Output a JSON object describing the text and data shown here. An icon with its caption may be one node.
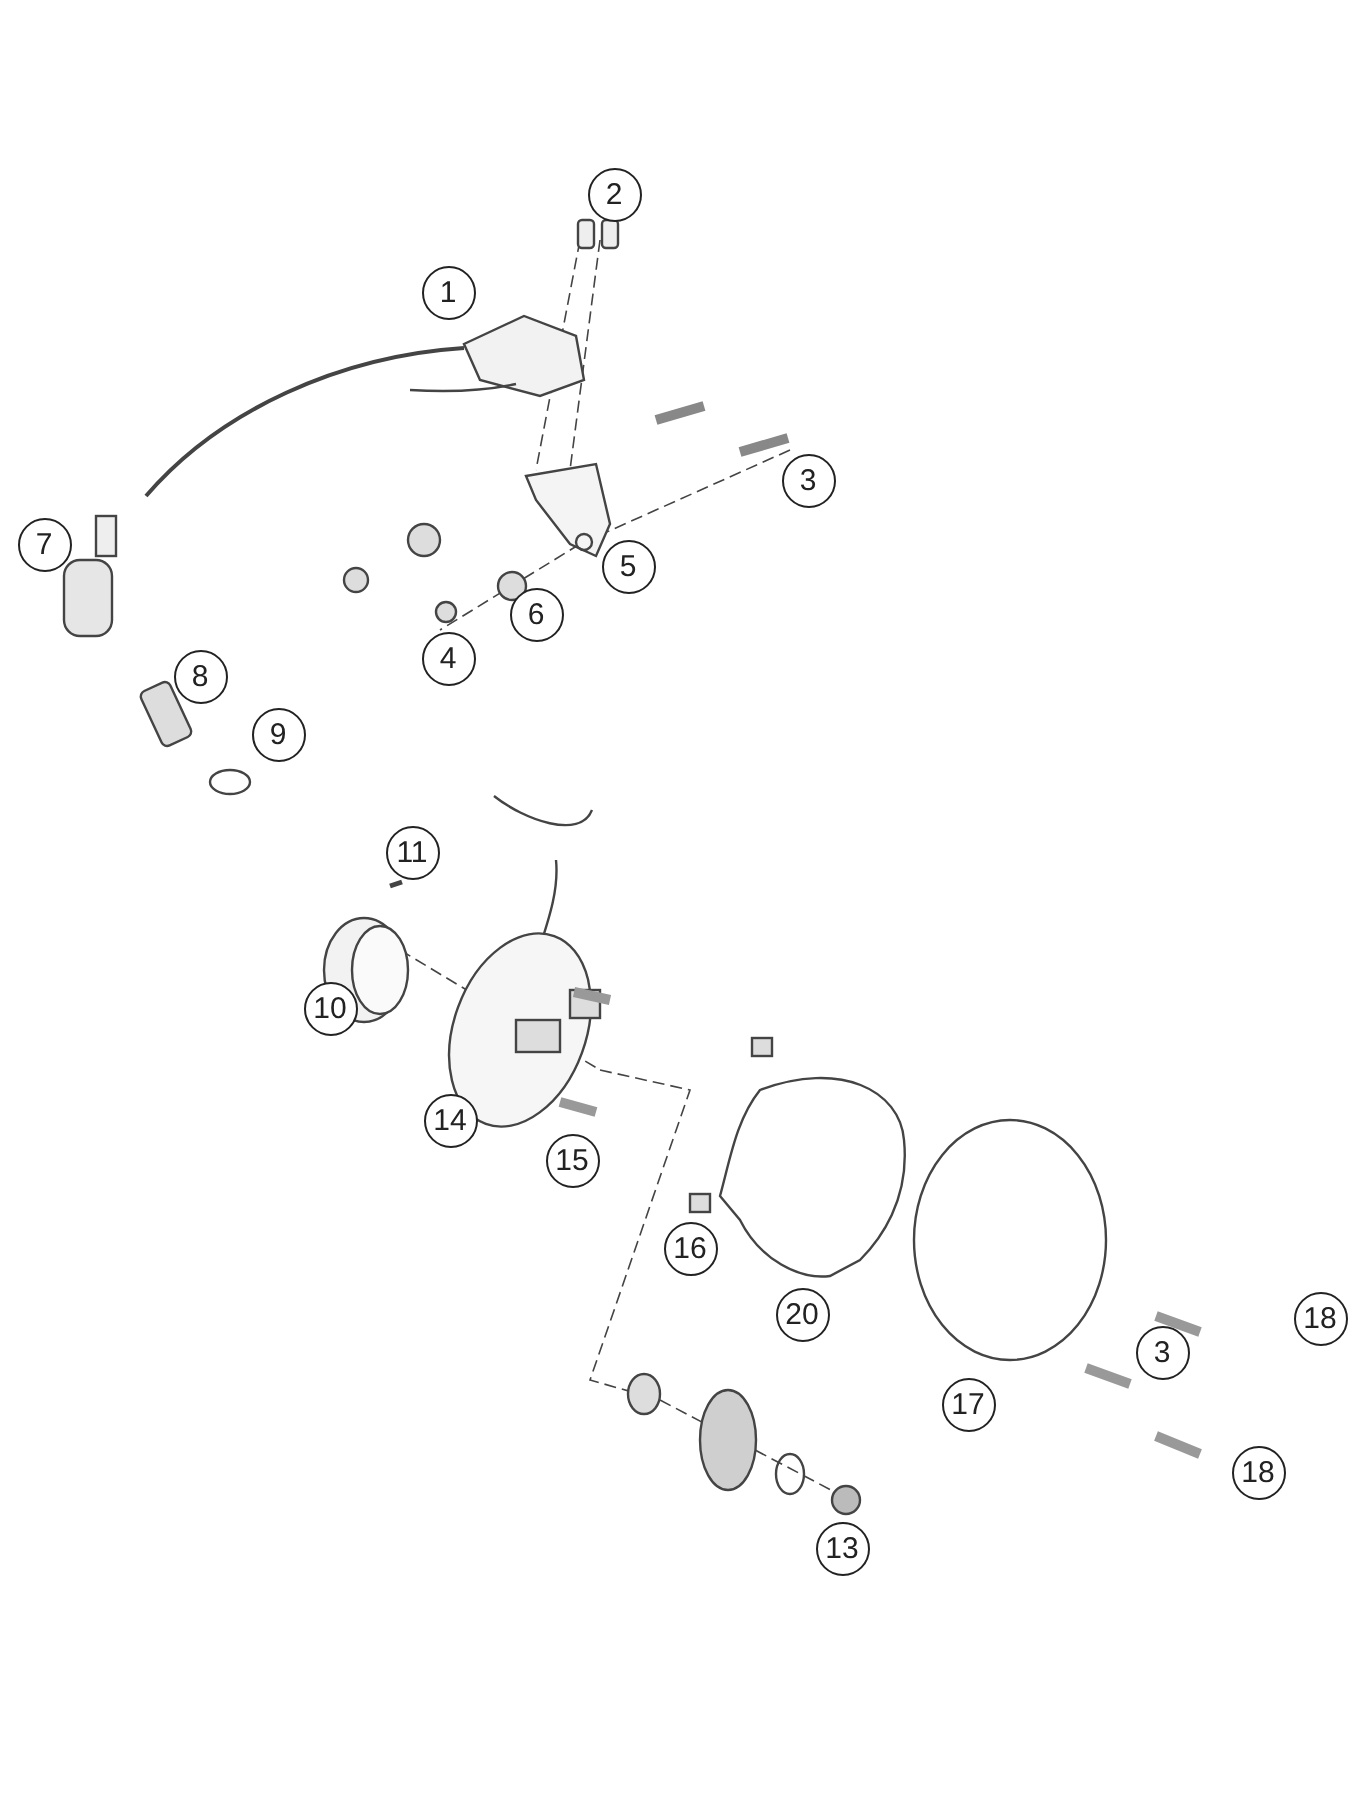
{
  "diagram": {
    "labels": [
      "2",
      "1",
      "3",
      "7",
      "5",
      "6",
      "4",
      "8",
      "9",
      "11",
      "10",
      "14",
      "15",
      "16",
      "20",
      "18",
      "3",
      "17",
      "18",
      "13"
    ]
  }
}
